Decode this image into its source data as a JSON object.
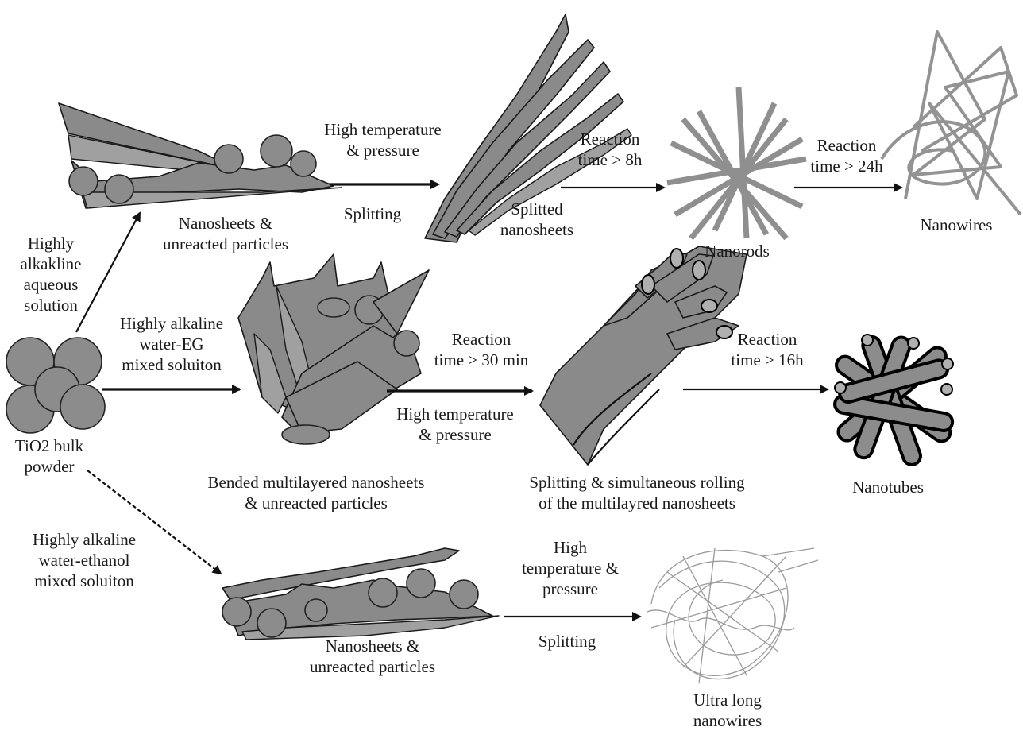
{
  "labels": {
    "tio2_bulk": [
      "TiO2 bulk",
      "powder"
    ],
    "cond_aqueous": [
      "Highly",
      "alkakline",
      "aqueous",
      "solution"
    ],
    "cond_water_eg": [
      "Highly alkaline",
      "water-EG",
      "mixed soluiton"
    ],
    "cond_water_ethanol": [
      "Highly alkaline",
      "water-ethanol",
      "mixed soluiton"
    ],
    "nanosheets_top": [
      "Nanosheets &",
      "unreacted particles"
    ],
    "step_high_temp_top": [
      "High temperature",
      "& pressure"
    ],
    "step_splitting_top": "Splitting",
    "splitted_nanosheets": [
      "Splitted",
      "nanosheets"
    ],
    "reaction_8h": [
      "Reaction",
      "time > 8h"
    ],
    "nanorods": "Nanorods",
    "reaction_24h": [
      "Reaction",
      "time > 24h"
    ],
    "nanowires": "Nanowires",
    "bended_multilayered": [
      "Bended multilayered nanosheets",
      "& unreacted particles"
    ],
    "reaction_30min": [
      "Reaction",
      "time > 30 min"
    ],
    "step_high_temp_mid": [
      "High temperature",
      "& pressure"
    ],
    "splitting_rolling": [
      "Splitting & simultaneous rolling",
      "of the multilayred nanosheets"
    ],
    "reaction_16h": [
      "Reaction",
      "time > 16h"
    ],
    "nanotubes": "Nanotubes",
    "nanosheets_bottom": [
      "Nanosheets &",
      "unreacted particles"
    ],
    "step_high_temp_bottom": [
      "High",
      "temperature &",
      "pressure"
    ],
    "step_splitting_bottom": "Splitting",
    "ultra_long_nanowires": [
      "Ultra long",
      "nanowires"
    ]
  },
  "colors": {
    "shape_fill": "#8a8a8a",
    "outline": "#1a1a1a",
    "arrow": "#111111"
  }
}
